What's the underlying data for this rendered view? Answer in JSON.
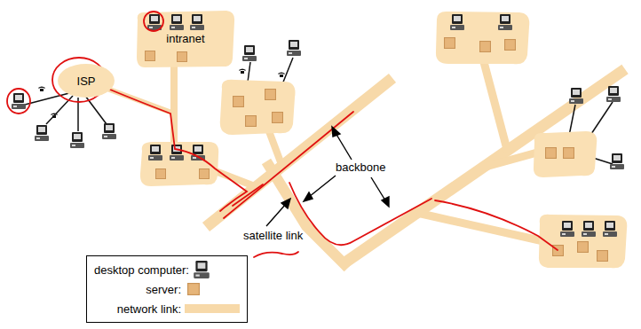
{
  "diagram": {
    "nodes": [
      {
        "text": [
          "ISP"
        ]
      },
      {
        "text": [
          "intranet"
        ]
      }
    ],
    "labels": [
      "backbone",
      "satellite link"
    ],
    "legend": [
      {
        "text": "desktop computer:"
      },
      {
        "text": "server:"
      },
      {
        "text": "network link:"
      }
    ]
  }
}
